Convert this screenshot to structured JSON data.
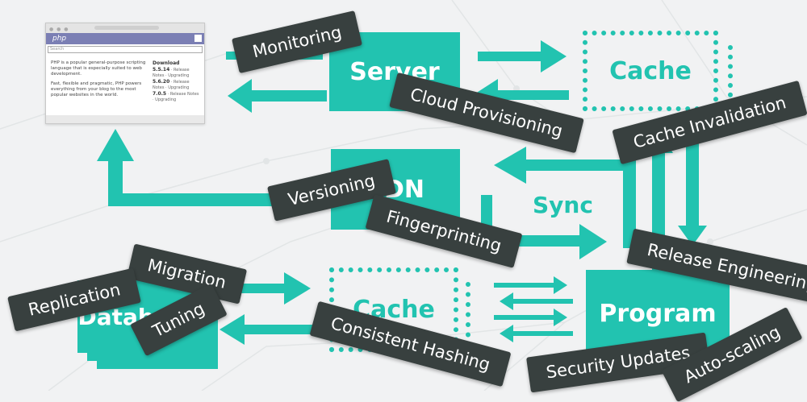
{
  "diagram": {
    "nodes": {
      "server": "Server",
      "cache_top": "Cache",
      "cdn": "CDN",
      "sync": "Sync",
      "database": "Database",
      "cache_bottom": "Cache",
      "program": "Program"
    },
    "tags": {
      "monitoring": "Monitoring",
      "cloud_provisioning": "Cloud Provisioning",
      "cache_invalidation": "Cache Invalidation",
      "versioning": "Versioning",
      "fingerprinting": "Fingerprinting",
      "release_engineering": "Release Engineering",
      "migration": "Migration",
      "replication": "Replication",
      "tuning": "Tuning",
      "consistent_hashing": "Consistent Hashing",
      "security_updates": "Security Updates",
      "auto_scaling": "Auto-scaling"
    },
    "colors": {
      "accent": "#22c3b0",
      "tag": "#38403f",
      "background": "#f1f2f3"
    }
  },
  "browser": {
    "logo": "php",
    "search_placeholder": "Search",
    "intro_1": "PHP is a popular general-purpose scripting language that is especially suited to web development.",
    "intro_2": "Fast, flexible and pragmatic, PHP powers everything from your blog to the most popular websites in the world.",
    "download_title": "Download",
    "releases": [
      {
        "version": "5.5.14",
        "notes": "· Release Notes · Upgrading"
      },
      {
        "version": "5.6.20",
        "notes": "· Release Notes · Upgrading"
      },
      {
        "version": "7.0.5",
        "notes": "· Release Notes · Upgrading"
      }
    ]
  }
}
